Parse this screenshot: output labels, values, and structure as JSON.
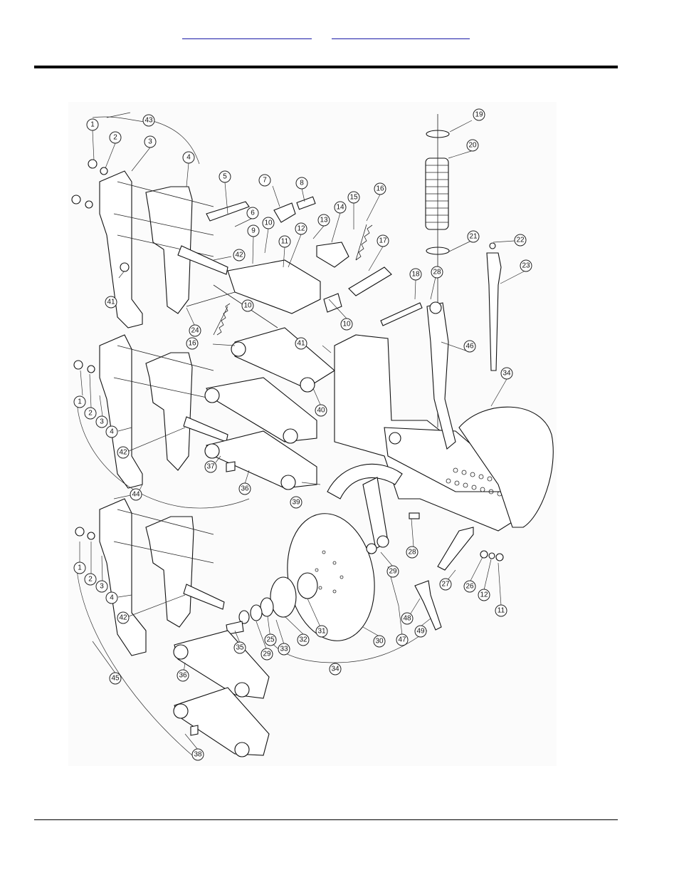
{
  "header": {
    "links": [
      "",
      ""
    ]
  },
  "diagram": {
    "callouts": [
      "1",
      "2",
      "3",
      "4",
      "5",
      "6",
      "7",
      "8",
      "9",
      "10",
      "11",
      "12",
      "13",
      "14",
      "15",
      "16",
      "17",
      "18",
      "19",
      "20",
      "21",
      "22",
      "23",
      "24",
      "25",
      "26",
      "27",
      "28",
      "29",
      "30",
      "31",
      "32",
      "33",
      "34",
      "35",
      "36",
      "37",
      "38",
      "39",
      "40",
      "41",
      "42",
      "43",
      "44",
      "45",
      "46",
      "47",
      "48",
      "49"
    ]
  }
}
